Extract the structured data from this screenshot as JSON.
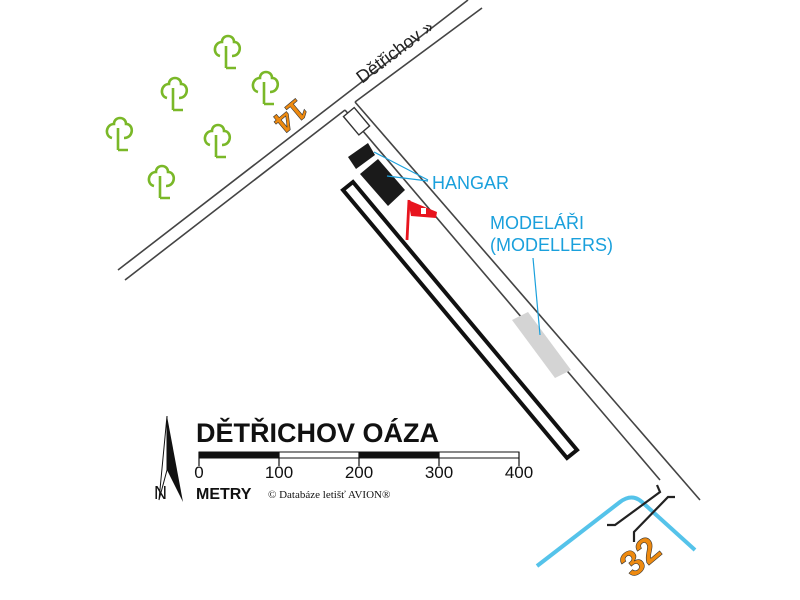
{
  "map": {
    "title": "DĚTŘICHOV OÁZA",
    "road_label": "Dětřichov »",
    "runway_ends": [
      "14",
      "32"
    ],
    "labels": {
      "hangar": "HANGAR",
      "modellers_cz": "MODELÁŘI",
      "modellers_en": "(MODELLERS)"
    },
    "scale": {
      "ticks": [
        "0",
        "100",
        "200",
        "300",
        "400"
      ],
      "unit": "METRY",
      "copyright": "© Databáze letišť AVION®"
    },
    "north_label": "N",
    "colors": {
      "trees": "#7ab828",
      "runway_number": "#ee8a10",
      "label_blue": "#1aa0dc",
      "windsock": "#e8141e",
      "water": "#55c3ea",
      "modellers_area": "#d4d4d4"
    }
  }
}
